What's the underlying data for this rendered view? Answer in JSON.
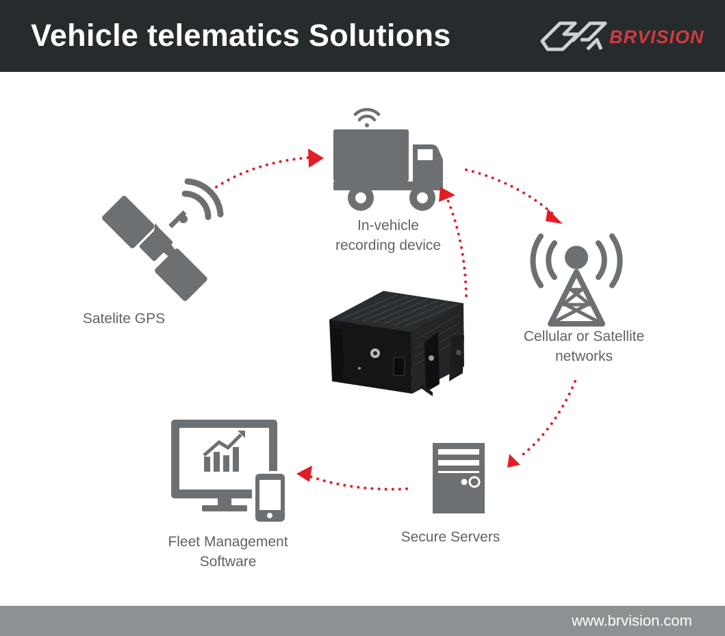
{
  "header": {
    "title": "Vehicle telematics Solutions",
    "brand": "BRVISION"
  },
  "nodes": {
    "vehicle": {
      "label_line1": "In-vehicle",
      "label_line2": "recording device"
    },
    "gps": {
      "label": "Satelite GPS"
    },
    "network": {
      "label_line1": "Cellular or Satellite",
      "label_line2": "networks"
    },
    "servers": {
      "label": "Secure Servers"
    },
    "fleet": {
      "label_line1": "Fleet Management",
      "label_line2": "Software"
    }
  },
  "footer": {
    "url": "www.brvision.com"
  },
  "colors": {
    "header_bg": "#262b2d",
    "icon_gray": "#6d7072",
    "arrow_red": "#e21d26",
    "brand_red": "#d13a3f",
    "footer_bg": "#8e9193"
  },
  "icons": [
    "satellite-icon",
    "truck-icon",
    "wifi-icon",
    "cell-tower-icon",
    "server-icon",
    "monitor-chart-icon",
    "phone-icon",
    "dvr-device-image"
  ]
}
